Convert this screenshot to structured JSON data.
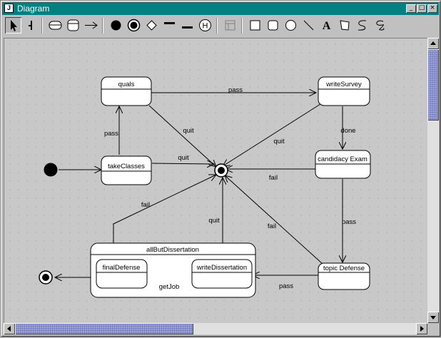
{
  "window": {
    "title": "Diagram"
  },
  "title_buttons": {
    "minimize": "_",
    "maximize": "□",
    "close": "×"
  },
  "toolbar": [
    {
      "name": "select-tool-button",
      "icon": "arrow-pointer-icon",
      "pressed": true
    },
    {
      "name": "broom-tool-button",
      "icon": "broom-icon",
      "pressed": false
    },
    {
      "name": "state-tool-button",
      "icon": "state-icon",
      "pressed": false
    },
    {
      "name": "composite-state-tool-button",
      "icon": "composite-state-icon",
      "pressed": false
    },
    {
      "name": "transition-tool-button",
      "icon": "transition-arrow-icon",
      "pressed": false
    },
    {
      "name": "initial-state-tool-button",
      "icon": "initial-state-icon",
      "pressed": false
    },
    {
      "name": "final-state-tool-button",
      "icon": "final-state-icon",
      "pressed": false
    },
    {
      "name": "branch-tool-button",
      "icon": "diamond-icon",
      "pressed": false
    },
    {
      "name": "fork-tool-button",
      "icon": "fork-bar-icon",
      "pressed": false
    },
    {
      "name": "join-tool-button",
      "icon": "join-bar-icon",
      "pressed": false
    },
    {
      "name": "history-tool-button",
      "icon": "history-icon",
      "pressed": false
    },
    {
      "name": "properties-tool-button",
      "icon": "properties-icon",
      "pressed": false
    },
    {
      "name": "rectangle-tool-button",
      "icon": "rectangle-icon",
      "pressed": false
    },
    {
      "name": "rounded-rectangle-tool-button",
      "icon": "rounded-rectangle-icon",
      "pressed": false
    },
    {
      "name": "circle-tool-button",
      "icon": "circle-icon",
      "pressed": false
    },
    {
      "name": "line-tool-button",
      "icon": "line-icon",
      "pressed": false
    },
    {
      "name": "text-tool-button",
      "icon": "text-a-icon",
      "pressed": false
    },
    {
      "name": "polygon-tool-button",
      "icon": "polygon-icon",
      "pressed": false
    },
    {
      "name": "spline-tool-button",
      "icon": "spline-icon",
      "pressed": false
    },
    {
      "name": "ink-tool-button",
      "icon": "ink-icon",
      "pressed": false
    }
  ],
  "history_glyph": "H",
  "text_glyph": "A",
  "diagram": {
    "states": [
      {
        "id": "quals",
        "label": "quals"
      },
      {
        "id": "writeSurvey",
        "label": "writeSurvey"
      },
      {
        "id": "takeClasses",
        "label": "takeClasses"
      },
      {
        "id": "candidacyExam",
        "label": "candidacy Exam"
      },
      {
        "id": "topicDefense",
        "label": "topic Defense"
      },
      {
        "id": "finalDefense",
        "label": "finalDefense"
      },
      {
        "id": "writeDissertation",
        "label": "writeDissertation"
      }
    ],
    "composite": {
      "id": "allButDissertation",
      "label": "allButDissertation"
    },
    "transitions": [
      {
        "id": "pass-quals-survey",
        "label": "pass"
      },
      {
        "id": "pass-classes-quals",
        "label": "pass"
      },
      {
        "id": "quit-quals",
        "label": "quit"
      },
      {
        "id": "quit-survey",
        "label": "quit"
      },
      {
        "id": "done-survey-exam",
        "label": "done"
      },
      {
        "id": "quit-classes",
        "label": "quit"
      },
      {
        "id": "fail-exam",
        "label": "fail"
      },
      {
        "id": "fail-composite",
        "label": "fail"
      },
      {
        "id": "quit-composite",
        "label": "quit"
      },
      {
        "id": "fail-topic",
        "label": "fail"
      },
      {
        "id": "pass-exam-topic",
        "label": "pass"
      },
      {
        "id": "pass-topic-dissertation",
        "label": "pass"
      },
      {
        "id": "getjob",
        "label": "getJob"
      }
    ]
  }
}
